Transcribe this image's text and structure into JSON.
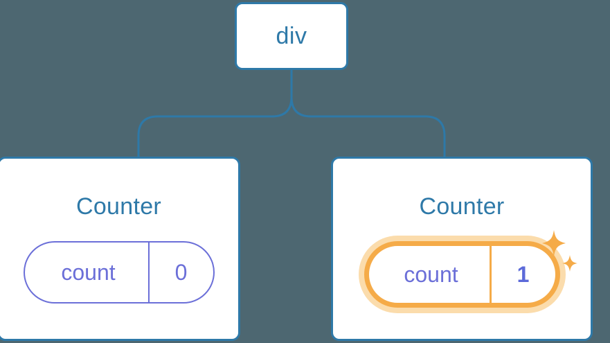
{
  "diagram": {
    "background_color": "#4d6771",
    "accent_blue": "#2e79a8",
    "accent_purple": "#6b6fd8",
    "accent_orange": "#f5ab48",
    "accent_orange_glow": "#fbdcac",
    "root": {
      "label": "div"
    },
    "connector": {
      "icon_name": "tree-branch-connector",
      "color": "#2e79a8"
    },
    "nodes": [
      {
        "title": "Counter",
        "state_key": "count",
        "state_value": "0",
        "highlighted": false
      },
      {
        "title": "Counter",
        "state_key": "count",
        "state_value": "1",
        "highlighted": true,
        "sparkle_large_icon": "sparkle-icon",
        "sparkle_small_icon": "sparkle-icon"
      }
    ]
  }
}
